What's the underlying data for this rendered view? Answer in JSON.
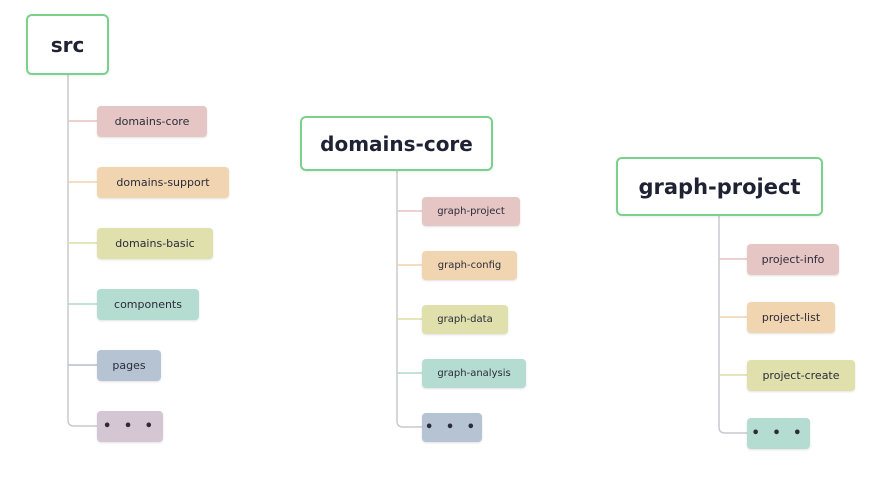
{
  "trees": [
    {
      "root": "src",
      "children": [
        {
          "label": "domains-core",
          "color": "#e6c6c5"
        },
        {
          "label": "domains-support",
          "color": "#f1d5b0"
        },
        {
          "label": "domains-basic",
          "color": "#dfe0ac"
        },
        {
          "label": "components",
          "color": "#b5dcd1"
        },
        {
          "label": "pages",
          "color": "#b6c3d2"
        },
        {
          "label": "• • •",
          "color": "#d5c6d4"
        }
      ]
    },
    {
      "root": "domains-core",
      "children": [
        {
          "label": "graph-project",
          "color": "#e6c6c5"
        },
        {
          "label": "graph-config",
          "color": "#f1d5b0"
        },
        {
          "label": "graph-data",
          "color": "#dfe0ac"
        },
        {
          "label": "graph-analysis",
          "color": "#b5dcd1"
        },
        {
          "label": "• • •",
          "color": "#b6c3d2"
        }
      ]
    },
    {
      "root": "graph-project",
      "children": [
        {
          "label": "project-info",
          "color": "#e6c6c5"
        },
        {
          "label": "project-list",
          "color": "#f1d5b0"
        },
        {
          "label": "project-create",
          "color": "#dfe0ac"
        },
        {
          "label": "• • •",
          "color": "#b5dcd1"
        }
      ]
    }
  ]
}
